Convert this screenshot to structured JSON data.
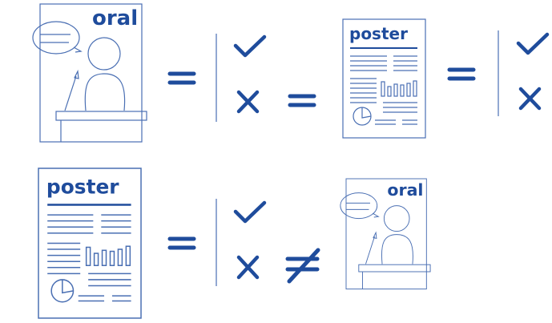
{
  "labels": {
    "oral": "oral",
    "poster": "poster"
  },
  "colors": {
    "primary": "#1f4c9c",
    "line": "#4a6fb3"
  },
  "rows": [
    {
      "left": "oral",
      "relation_1": "equals",
      "options": [
        "check",
        "cross"
      ],
      "relation_2": "equals",
      "right": "poster",
      "relation_3": "equals",
      "right_options": [
        "check",
        "cross"
      ]
    },
    {
      "left": "poster",
      "relation_1": "equals",
      "options": [
        "check",
        "cross"
      ],
      "relation_2": "not-equal",
      "right": "oral"
    }
  ]
}
